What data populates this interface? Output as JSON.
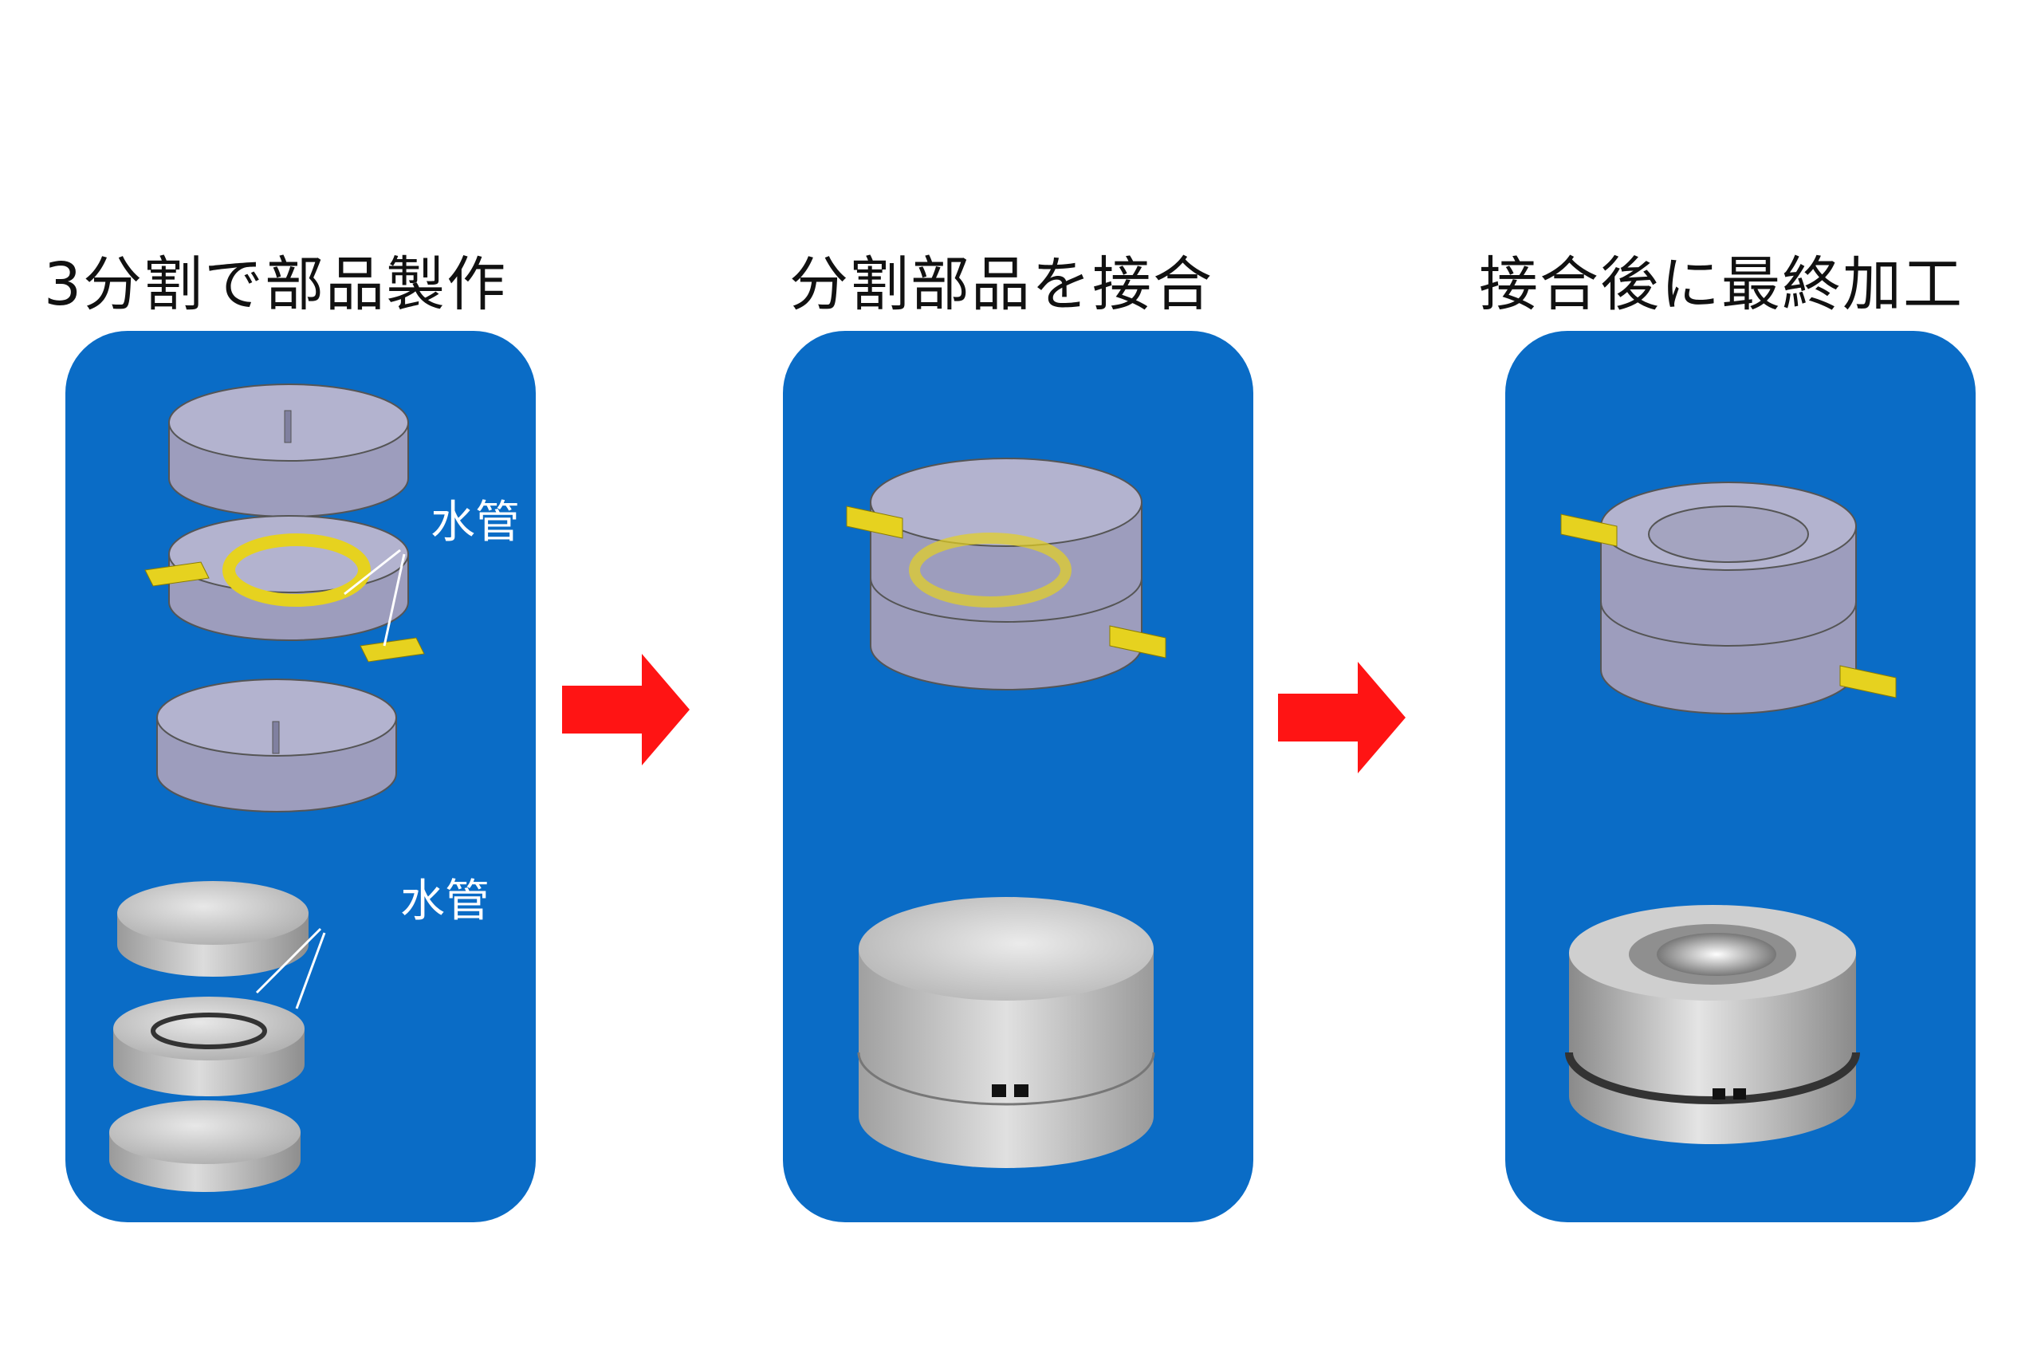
{
  "steps": [
    {
      "title": "3分割で部品製作",
      "callout_cad": "水管",
      "callout_photo": "水管"
    },
    {
      "title": "分割部品を接合"
    },
    {
      "title": "接合後に最終加工"
    }
  ],
  "colors": {
    "panel": "#0a6cc6",
    "arrow": "#ff1414",
    "water_pipe": "#e6d21f",
    "cad_body": "#a8a8c4",
    "metal": "#c8c8c8"
  }
}
